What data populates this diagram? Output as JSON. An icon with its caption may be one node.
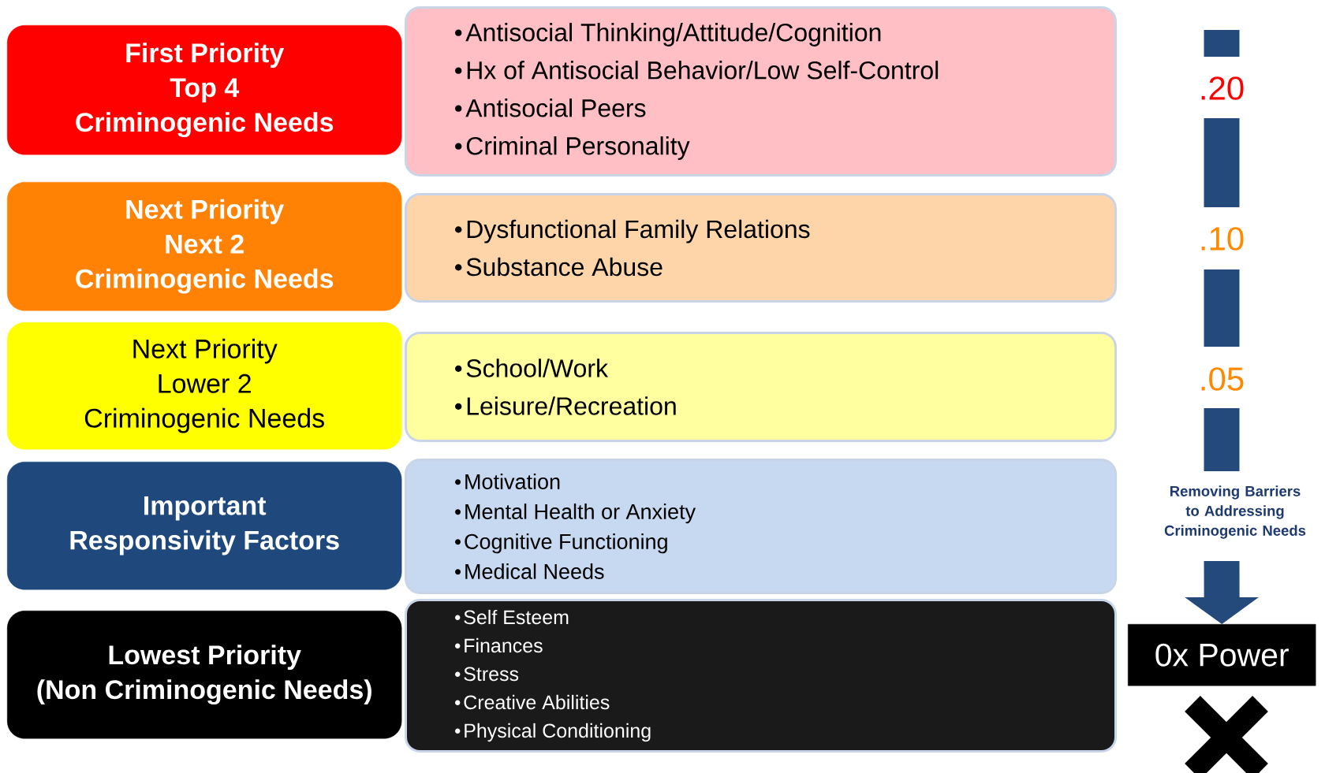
{
  "diagram": {
    "nodes": [
      {
        "text": [
          "First Priority",
          "Top 4",
          "Criminogenic Needs"
        ]
      },
      {
        "text": [
          "Antisocial Thinking/Attitude/Cognition",
          "Hx of Antisocial Behavior/Low Self-Control",
          "Antisocial Peers",
          "Criminal Personality"
        ]
      },
      {
        "text": [
          "Next Priority",
          "Next 2",
          "Criminogenic Needs"
        ]
      },
      {
        "text": [
          "Dysfunctional Family Relations",
          "Substance Abuse"
        ]
      },
      {
        "text": [
          "Next Priority",
          "Lower 2",
          "Criminogenic Needs"
        ]
      },
      {
        "text": [
          "School/Work",
          "Leisure/Recreation"
        ]
      },
      {
        "text": [
          "Important",
          "Responsivity Factors"
        ]
      },
      {
        "text": [
          "Motivation",
          "Mental Health or Anxiety",
          "Cognitive Functioning",
          "Medical Needs"
        ]
      },
      {
        "text": [
          "Lowest Priority",
          "(Non Criminogenic Needs)"
        ]
      },
      {
        "text": [
          "Self Esteem",
          "Finances",
          "Stress",
          "Creative Abilities",
          "Physical Conditioning"
        ]
      },
      {
        "text": [
          "0x Power"
        ]
      }
    ],
    "edges": [
      {
        "from": null,
        "to": 10,
        "arrow": "to"
      }
    ],
    "labels": [
      ".20",
      ".10",
      ".05",
      "Removing Barriers to Addressing Criminogenic Needs"
    ]
  }
}
